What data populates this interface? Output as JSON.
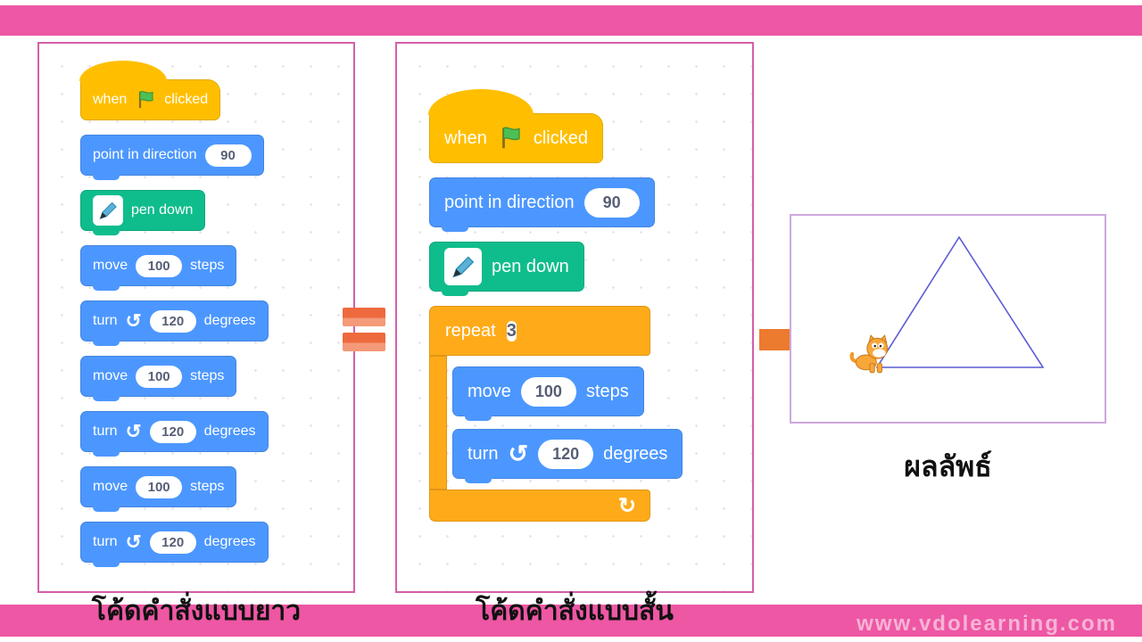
{
  "watermark": "www.vdolearning.com",
  "labels": {
    "left_panel": "โค้ดคำสั่งแบบยาว",
    "middle_panel": "โค้ดคำสั่งแบบสั้น",
    "result": "ผลลัพธ์"
  },
  "blocks": {
    "when_flag": {
      "pre": "when",
      "post": "clicked"
    },
    "point": {
      "pre": "point in direction",
      "value": "90"
    },
    "pen_down": {
      "label": "pen down"
    },
    "move": {
      "pre": "move",
      "value": "100",
      "post": "steps"
    },
    "turn": {
      "pre": "turn",
      "value": "120",
      "post": "degrees"
    },
    "repeat": {
      "pre": "repeat",
      "value": "3"
    }
  },
  "icons": {
    "turn_ccw": "↺",
    "loop": "↻"
  },
  "colors": {
    "events_yellow": "#FFBF00",
    "motion_blue": "#4C97FF",
    "pen_green": "#0FBD8C",
    "control_orange": "#FFAB19",
    "bar_pink": "#EE57A4",
    "accent_orange": "#EE6A3E",
    "triangle_stroke": "#5B5BD6",
    "panel_border": "#D45FA9"
  }
}
